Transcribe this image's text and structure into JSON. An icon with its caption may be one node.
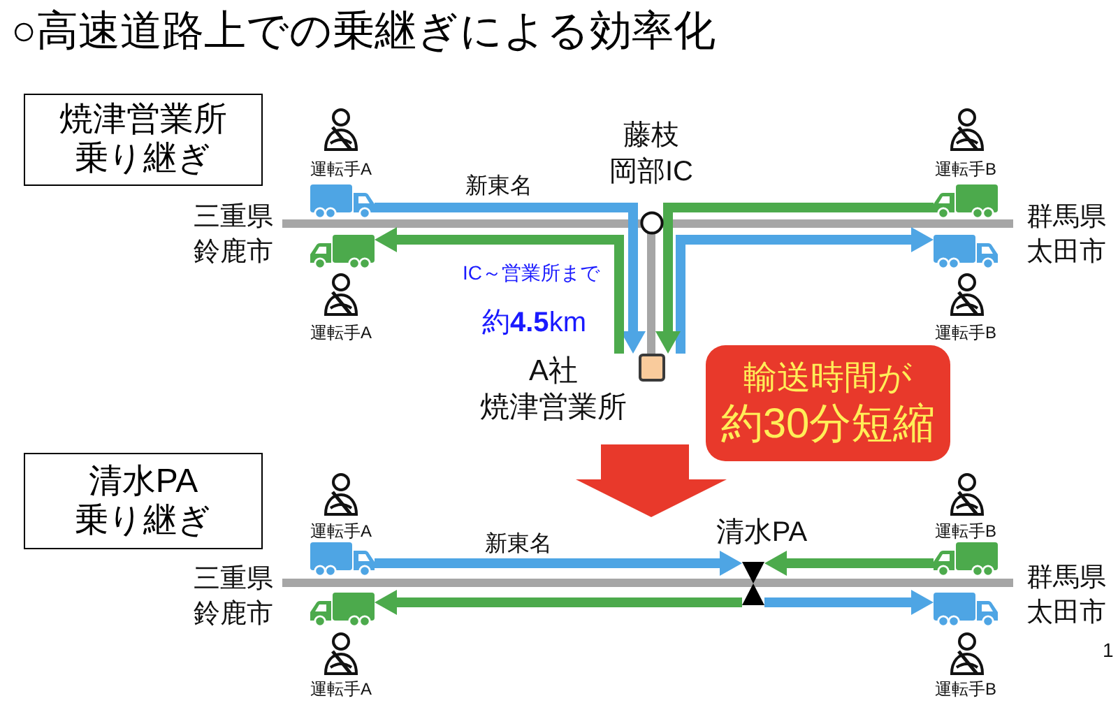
{
  "diagram": {
    "title": "○高速道路上での乗継ぎによる効率化",
    "nodes": [
      {
        "text": [
          "焼津営業所乗り継ぎ"
        ]
      },
      {
        "text": [],
        "shape": "truck"
      },
      {
        "text": [],
        "shape": "truck"
      },
      {
        "text": [],
        "shape": "truck"
      },
      {
        "text": [],
        "shape": "truck"
      },
      {
        "text": [],
        "shape": "box",
        "beside": [
          "A社焼津営業所"
        ]
      },
      {
        "text": [
          "輸送時間が",
          "約30分短縮"
        ]
      },
      {
        "text": [
          "清水PA乗り継ぎ"
        ]
      },
      {
        "text": [],
        "shape": "truck"
      },
      {
        "text": [],
        "shape": "truck"
      },
      {
        "text": [],
        "shape": "hourglass",
        "beside": [
          "清水PA"
        ]
      },
      {
        "text": [],
        "shape": "truck"
      },
      {
        "text": [],
        "shape": "truck"
      }
    ],
    "edges": [
      {
        "from": 1,
        "to": 5,
        "arrow": "to",
        "color": "#4ea5e4"
      },
      {
        "from": 5,
        "to": 4,
        "arrow": "to",
        "color": "#4ea5e4"
      },
      {
        "from": 3,
        "to": 5,
        "arrow": "to",
        "color": "#4caa4c"
      },
      {
        "from": 5,
        "to": 2,
        "arrow": "to",
        "color": "#4caa4c"
      },
      {
        "from": 8,
        "to": 10,
        "arrow": "to",
        "color": "#4ea5e4"
      },
      {
        "from": 10,
        "to": 12,
        "arrow": "to",
        "color": "#4ea5e4"
      },
      {
        "from": 11,
        "to": 10,
        "arrow": "to",
        "color": "#4caa4c"
      },
      {
        "from": 10,
        "to": 9,
        "arrow": "to",
        "color": "#4caa4c"
      }
    ],
    "labels": [
      "藤枝岡部IC",
      "運転手A",
      "運転手B",
      "新東名",
      "三重県鈴鹿市",
      "群馬県太田市",
      "IC～営業所まで",
      "約**4.5**km",
      "運転手A",
      "運転手B",
      "運転手A",
      "運転手B",
      "新東名",
      "三重県鈴鹿市",
      "群馬県太田市",
      "1",
      "運転手A",
      "運転手B"
    ]
  }
}
